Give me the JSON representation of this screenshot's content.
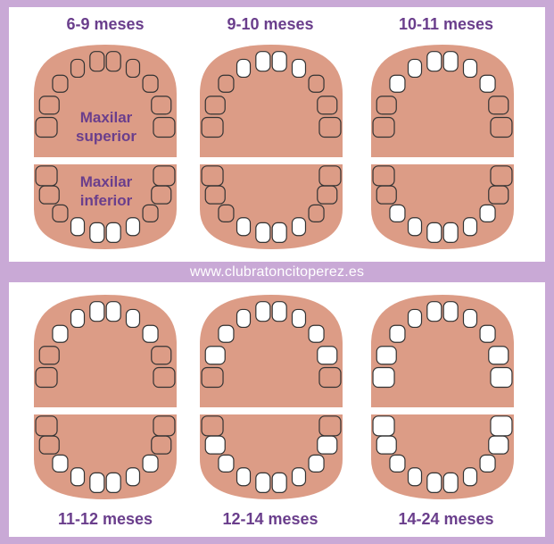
{
  "website": "www.clubratoncitoperez.es",
  "labels": {
    "upper": "Maxilar superior",
    "lower": "Maxilar inferior"
  },
  "colors": {
    "background": "#c9a9d6",
    "jaw": "#dc9c86",
    "tooth_white": "#ffffff",
    "tooth_unerupted": "#dc9c86",
    "caption": "#6a3e8c"
  },
  "stages": [
    {
      "caption": "6-9 meses",
      "erupted_upper": [],
      "erupted_lower": [
        0,
        1
      ]
    },
    {
      "caption": "9-10 meses",
      "erupted_upper": [
        0,
        1
      ],
      "erupted_lower": [
        0,
        1
      ]
    },
    {
      "caption": "10-11 meses",
      "erupted_upper": [
        0,
        1,
        2
      ],
      "erupted_lower": [
        0,
        1,
        2
      ]
    },
    {
      "caption": "11-12 meses",
      "erupted_upper": [
        0,
        1,
        2
      ],
      "erupted_lower": [
        0,
        1,
        2
      ]
    },
    {
      "caption": "12-14 meses",
      "erupted_upper": [
        0,
        1,
        2,
        3
      ],
      "erupted_lower": [
        0,
        1,
        2,
        3
      ]
    },
    {
      "caption": "14-24 meses",
      "erupted_upper": [
        0,
        1,
        2,
        3,
        4
      ],
      "erupted_lower": [
        0,
        1,
        2,
        3,
        4
      ]
    }
  ]
}
